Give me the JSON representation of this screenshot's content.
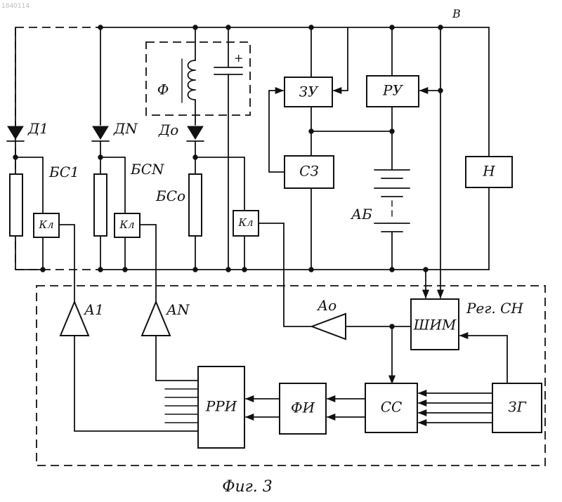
{
  "stamp": "1840114",
  "caption": "Фиг. 3",
  "labels": {
    "bus_b": "В",
    "d1": "Д1",
    "dn": "ДN",
    "d0": "До",
    "bs1": "БС1",
    "bsn": "БСN",
    "bs0": "БСо",
    "ab": "АБ",
    "a1": "А1",
    "an": "АN",
    "a0": "Ао",
    "reg": "Рег. СН",
    "plus": "+"
  },
  "blocks": {
    "f": "Ф",
    "zu": "ЗУ",
    "ru": "РУ",
    "sz": "СЗ",
    "n": "Н",
    "kl1": "Кл",
    "kln": "Кл",
    "kl0": "Кл",
    "shim": "ШИМ",
    "rri": "РРИ",
    "fi": "ФИ",
    "ss": "СС",
    "zg": "ЗГ"
  }
}
